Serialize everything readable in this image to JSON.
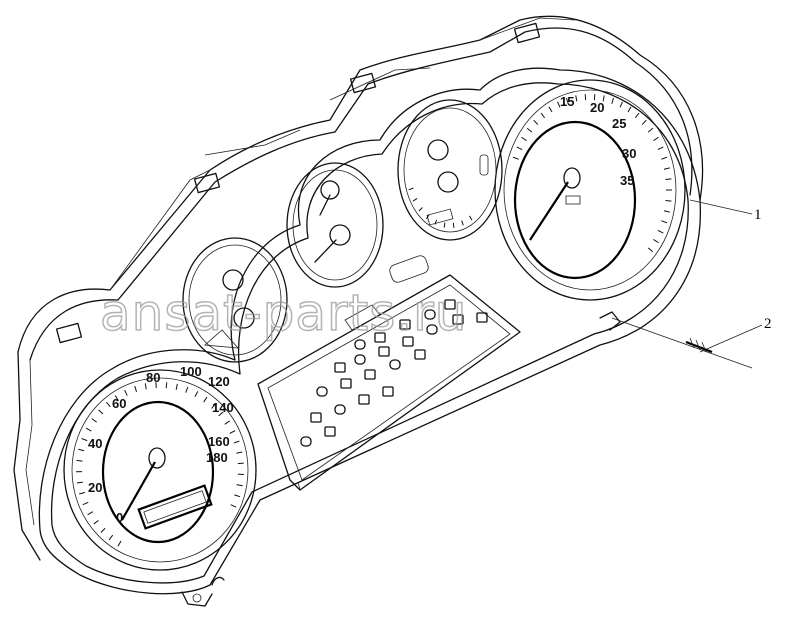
{
  "callouts": [
    {
      "id": "1",
      "label": "1"
    },
    {
      "id": "2",
      "label": "2"
    }
  ],
  "watermark": "ansat-parts.ru",
  "dials": {
    "speedometer": [
      "0",
      "20",
      "40",
      "60",
      "80",
      "100",
      "120",
      "140",
      "160",
      "180"
    ],
    "tachometer": [
      "15",
      "20",
      "25",
      "30",
      "35"
    ]
  }
}
